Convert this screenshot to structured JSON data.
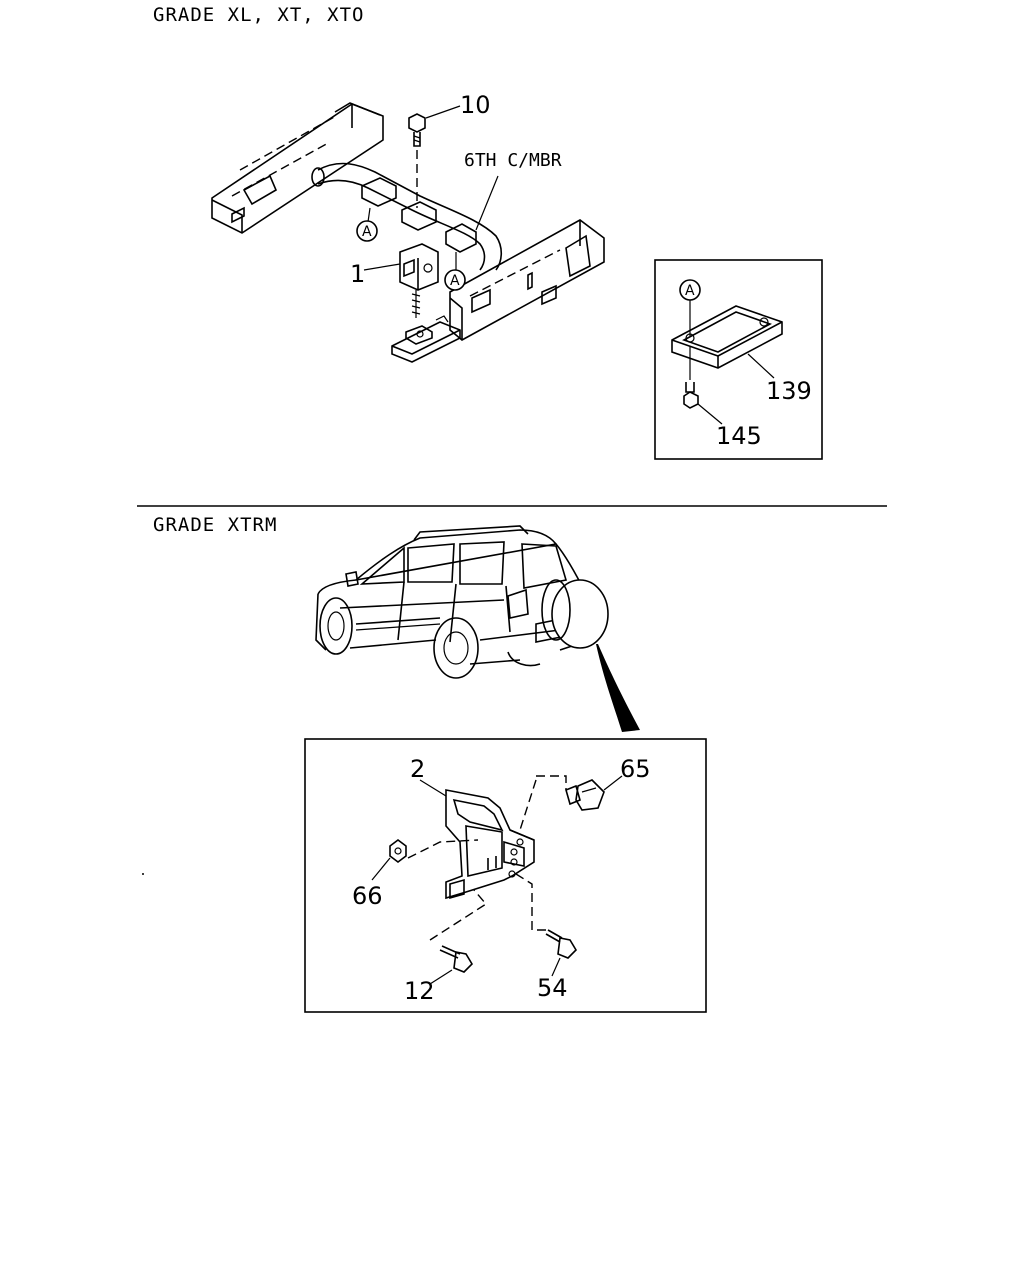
{
  "sections": {
    "top": {
      "heading": "GRADE XL, XT, XTO"
    },
    "bottom": {
      "heading": "GRADE XTRM"
    }
  },
  "callouts": {
    "c10": "10",
    "c6th": "6TH C/MBR",
    "c1": "1",
    "cA1": "A",
    "cA2": "A",
    "cA3": "A",
    "c139": "139",
    "c145": "145",
    "c2": "2",
    "c65": "65",
    "c66": "66",
    "c12": "12",
    "c54": "54"
  }
}
